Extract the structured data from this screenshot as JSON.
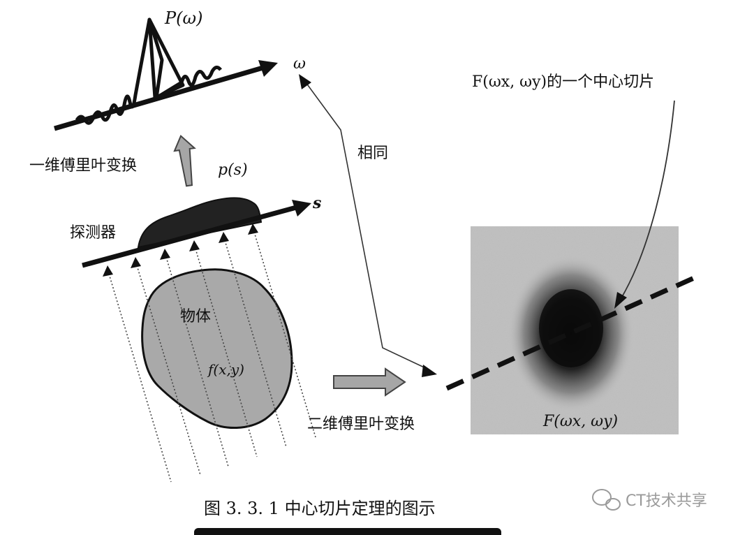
{
  "labels": {
    "P_omega": "P(ω)",
    "omega": "ω",
    "fourier_1d": "一维傅里叶变换",
    "p_s": "p(s)",
    "s": "s",
    "detector": "探测器",
    "object": "物体",
    "f_xy": "f(x,y)",
    "same": "相同",
    "center_slice": "F(ωx, ωy)的一个中心切片",
    "F_omega": "F(ωx, ωy)",
    "fourier_2d": "二维傅里叶变换",
    "caption": "图 3. 3. 1   中心切片定理的图示",
    "watermark": "CT技术共享"
  },
  "colors": {
    "ink": "#111111",
    "object_fill": "#a9a9a9",
    "arrow_fill": "#a6a6a6",
    "spectrum_bg": "#bdbdbd"
  }
}
